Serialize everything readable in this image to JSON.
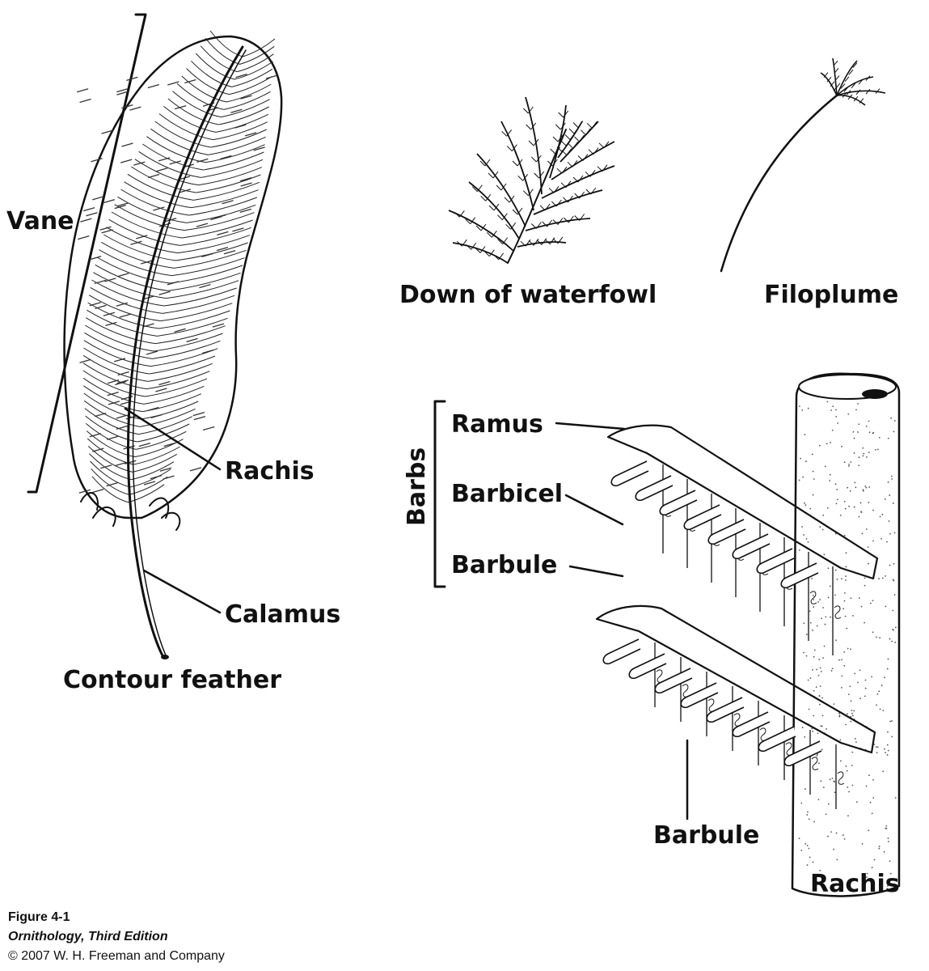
{
  "labels": {
    "vane": "Vane",
    "rachis_contour": "Rachis",
    "calamus": "Calamus",
    "contour_feather": "Contour feather",
    "down": "Down of waterfowl",
    "filoplume": "Filoplume",
    "barbs": "Barbs",
    "ramus": "Ramus",
    "barbicel": "Barbicel",
    "barbule_upper": "Barbule",
    "barbule_lower": "Barbule",
    "rachis_detail": "Rachis"
  },
  "caption": {
    "figure": "Figure 4-1",
    "book": "Ornithology, Third Edition",
    "copyright": "© 2007 W. H. Freeman and Company"
  },
  "colors": {
    "ink": "#111111",
    "background": "#ffffff",
    "stipple": "#555555"
  }
}
